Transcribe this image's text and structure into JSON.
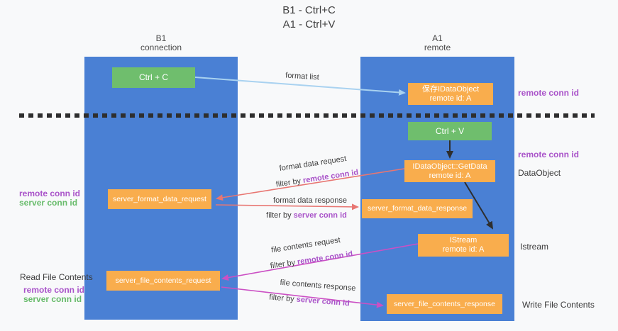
{
  "title": {
    "line1": "B1 - Ctrl+C",
    "line2": "A1 - Ctrl+V"
  },
  "colors": {
    "background": "#f8f9fa",
    "column_blue": "#4a80d4",
    "node_green": "#6fbe6d",
    "node_orange": "#f9ad4d",
    "arrow_blue": "#a9d2f0",
    "arrow_black": "#2e2e2e",
    "arrow_red": "#e87672",
    "arrow_magenta": "#cb50c4",
    "text_purple": "#a953c9",
    "text_green": "#67bb6a",
    "text_dark": "#3d3d3d",
    "divider": "#2e2e2e"
  },
  "columns": {
    "left": {
      "name": "B1",
      "subtitle": "connection"
    },
    "right": {
      "name": "A1",
      "subtitle": "remote"
    }
  },
  "nodes": {
    "ctrl_c": {
      "label": "Ctrl + C"
    },
    "ctrl_v": {
      "label": "Ctrl + V"
    },
    "save_dataobject": {
      "line1": "保存IDataObject",
      "line2": "remote id: A"
    },
    "getdata": {
      "line1": "IDataObject::GetData",
      "line2": "remote id: A"
    },
    "istream": {
      "line1": "IStream",
      "line2": "remote id: A"
    },
    "format_request": {
      "label": "server_format_data_request"
    },
    "format_response": {
      "label": "server_format_data_response"
    },
    "file_request": {
      "label": "server_file_contents_request"
    },
    "file_response": {
      "label": "server_file_contents_response"
    }
  },
  "arrow_labels": {
    "format_list": "format list",
    "format_data_request": "format data request",
    "format_data_response": "format data response",
    "file_contents_request": "file contents request",
    "file_contents_response": "file contents response",
    "filter_by": "filter by",
    "remote_conn_id": "remote conn id",
    "server_conn_id": "server conn id"
  },
  "side_labels": {
    "remote_conn_id": "remote conn id",
    "server_conn_id": "server conn id",
    "dataobject": "DataObject",
    "istream": "Istream",
    "read_file_contents": "Read File Contents",
    "write_file_contents": "Write File Contents"
  }
}
